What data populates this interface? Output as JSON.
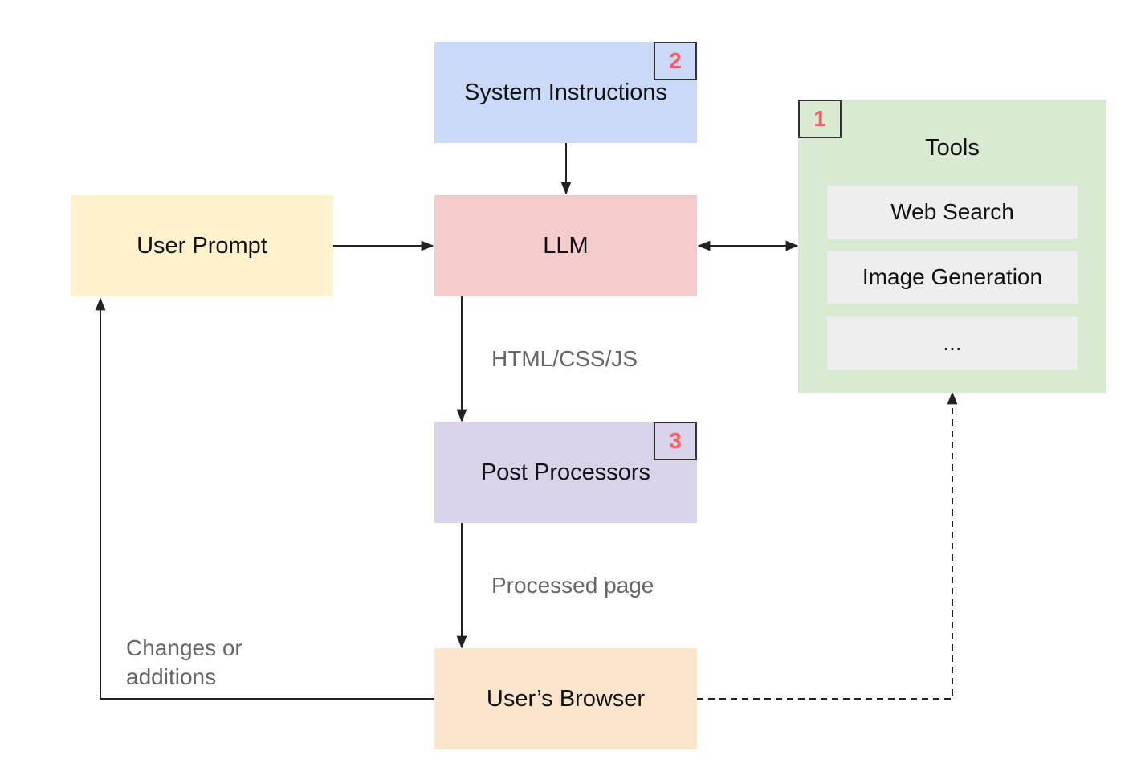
{
  "diagram": {
    "nodes": {
      "system_instructions": {
        "label": "System Instructions",
        "color": "#c9daf8",
        "badge": "2"
      },
      "user_prompt": {
        "label": "User Prompt",
        "color": "#fff2cc"
      },
      "llm": {
        "label": "LLM",
        "color": "#f4cccc"
      },
      "tools": {
        "label": "Tools",
        "color": "#d9ead3",
        "badge": "1",
        "items": [
          {
            "label": "Web Search"
          },
          {
            "label": "Image Generation"
          },
          {
            "label": "..."
          }
        ]
      },
      "post_processors": {
        "label": "Post Processors",
        "color": "#d9d2e9",
        "badge": "3"
      },
      "users_browser": {
        "label": "User’s Browser",
        "color": "#fce5cd"
      }
    },
    "edges": [
      {
        "from": "system_instructions",
        "to": "llm",
        "style": "solid",
        "label": ""
      },
      {
        "from": "user_prompt",
        "to": "llm",
        "style": "solid",
        "label": ""
      },
      {
        "from": "llm",
        "to": "tools",
        "style": "solid",
        "bidirectional": true,
        "label": ""
      },
      {
        "from": "llm",
        "to": "post_processors",
        "style": "solid",
        "label": "HTML/CSS/JS"
      },
      {
        "from": "post_processors",
        "to": "users_browser",
        "style": "solid",
        "label": "Processed page"
      },
      {
        "from": "users_browser",
        "to": "user_prompt",
        "style": "solid",
        "label": "Changes or additions"
      },
      {
        "from": "users_browser",
        "to": "tools",
        "style": "dashed",
        "label": ""
      }
    ],
    "edge_labels": {
      "html_css_js": "HTML/CSS/JS",
      "processed_page": "Processed page",
      "changes_line1": "Changes or",
      "changes_line2": "additions"
    },
    "badge_text_color": "#ff5a5f",
    "line_color": "#222222"
  }
}
